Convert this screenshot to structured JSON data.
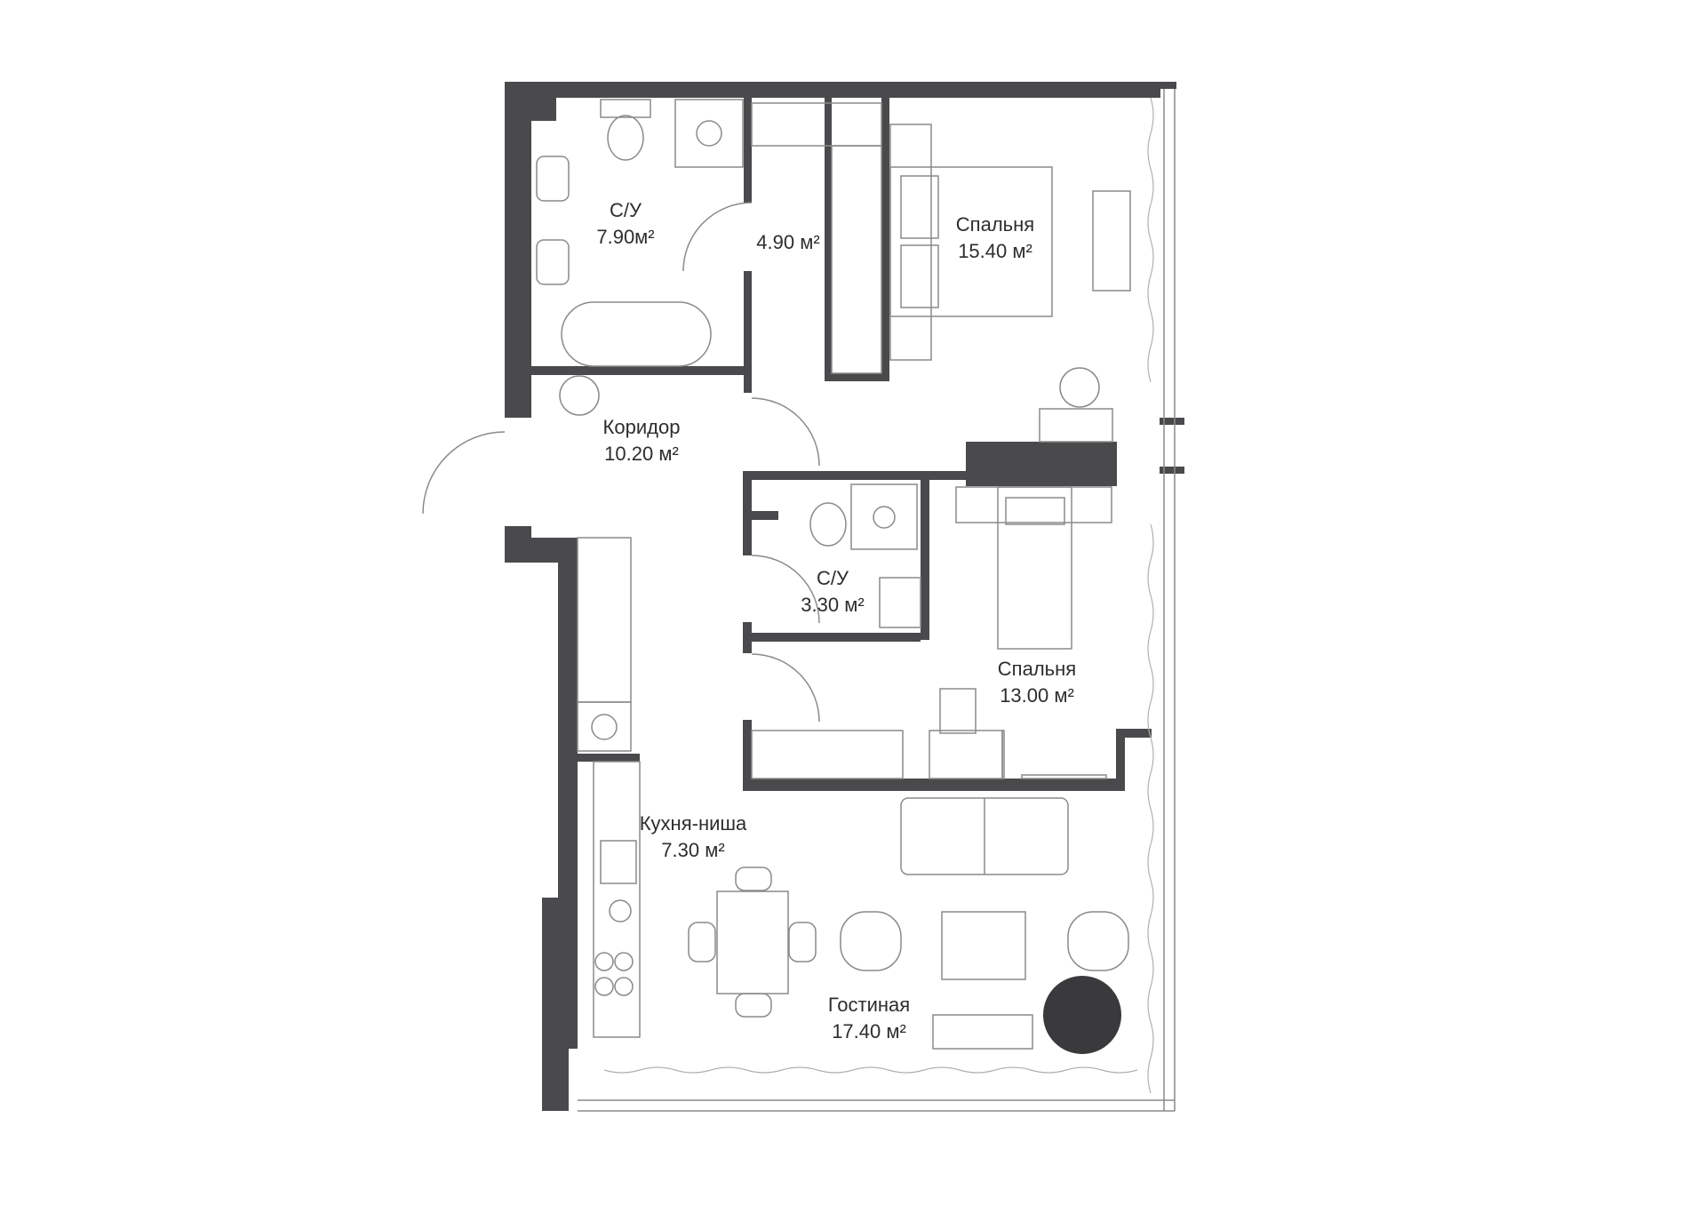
{
  "plan": {
    "wall_color": "#4a4a4c",
    "line_color": "#8a8a8a",
    "background": "#ffffff"
  },
  "rooms": {
    "bath_large": {
      "name": "С/У",
      "area": "7.90м²"
    },
    "wardrobe": {
      "name": "",
      "area": "4.90 м²"
    },
    "bedroom_1": {
      "name": "Спальня",
      "area": "15.40 м²"
    },
    "corridor": {
      "name": "Коридор",
      "area": "10.20 м²"
    },
    "bath_small": {
      "name": "С/У",
      "area": "3.30 м²"
    },
    "bedroom_2": {
      "name": "Спальня",
      "area": "13.00 м²"
    },
    "kitchen": {
      "name": "Кухня-ниша",
      "area": "7.30 м²"
    },
    "living": {
      "name": "Гостиная",
      "area": "17.40 м²"
    }
  }
}
